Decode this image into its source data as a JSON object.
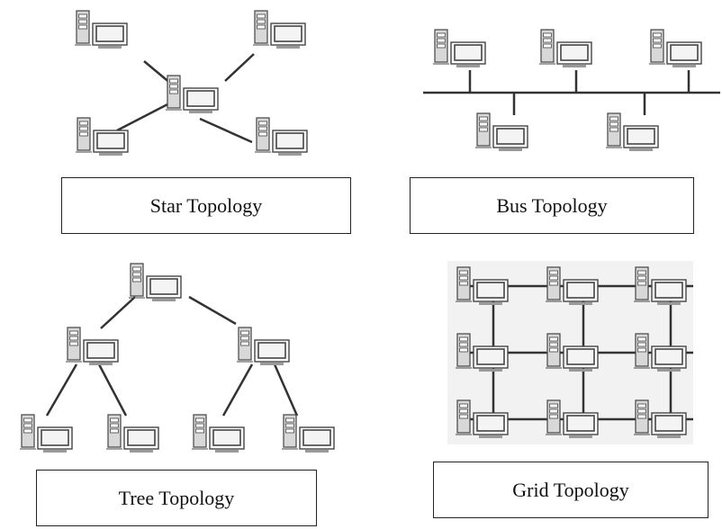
{
  "diagrams": {
    "star": {
      "caption": "Star Topology"
    },
    "bus": {
      "caption": "Bus Topology"
    },
    "tree": {
      "caption": "Tree Topology"
    },
    "grid": {
      "caption": "Grid Topology"
    }
  },
  "colors": {
    "line": "#333333",
    "tower": "#d8d8d8",
    "screen": "#f4f4f4",
    "outline": "#444444"
  },
  "icons": {
    "node": "computer-icon"
  }
}
